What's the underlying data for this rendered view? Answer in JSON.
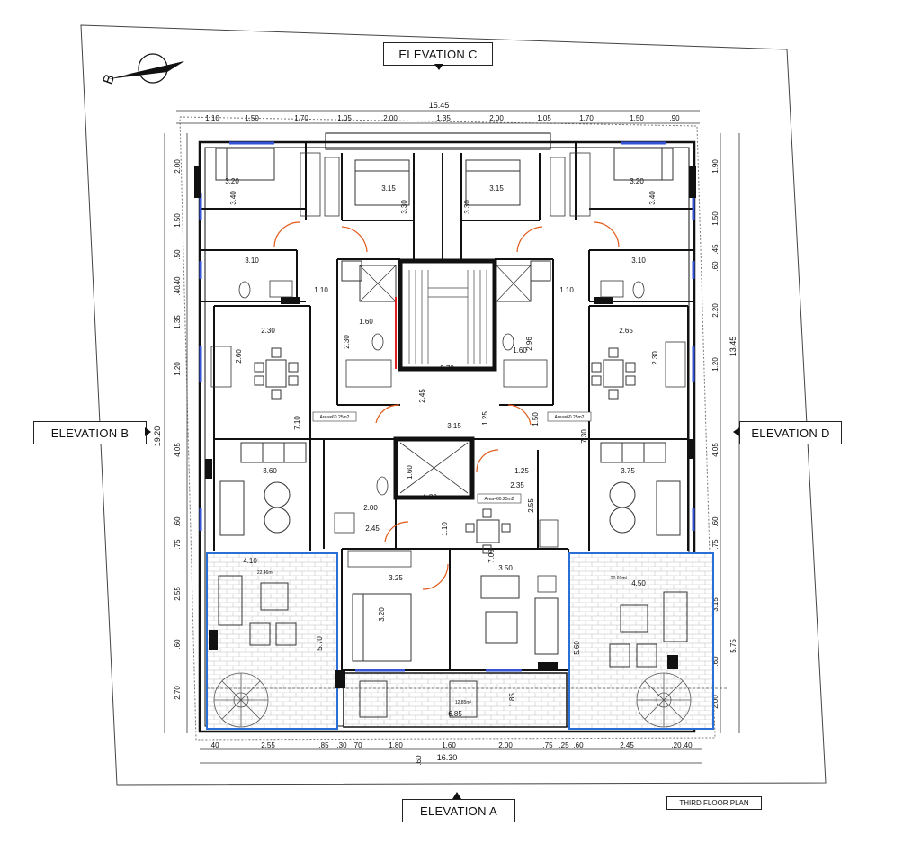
{
  "labels": {
    "elevation_a": "ELEVATION A",
    "elevation_b": "ELEVATION B",
    "elevation_c": "ELEVATION C",
    "elevation_d": "ELEVATION D",
    "plan_title": "THIRD FLOOR PLAN",
    "north_letter": "B"
  },
  "dims_top_total": "15.45",
  "dims_top": [
    "1.10",
    "1.50",
    "1.70",
    "1.05",
    "2.00",
    "1.35",
    "2.00",
    "1.05",
    "1.70",
    "1.50",
    ".90"
  ],
  "dims_bottom": [
    ".40",
    "2.55",
    ".85",
    ".30",
    ".70",
    "1.80",
    "1.60",
    "2.00",
    ".75",
    ".25",
    ".60",
    "2.45",
    ".20",
    ".40"
  ],
  "dims_bottom_total": "16.30",
  "dims_bottom_extra": ".60",
  "dims_left_outer": "19.20",
  "dims_left": [
    "2.00",
    "1.50",
    ".50",
    ".40",
    ".40",
    "1.35",
    "1.20",
    "4.05",
    ".60",
    ".75",
    "2.55",
    ".60",
    "2.70"
  ],
  "dims_right_outer": "13.45",
  "dims_right": [
    "1.90",
    "1.50",
    ".45",
    ".60",
    "2.20",
    "1.20",
    "4.05",
    ".60",
    ".75",
    "3.15",
    ".60",
    "5.75",
    "2.00"
  ],
  "rooms": {
    "bed_tl": "3.20",
    "bed_tl_v": "3.40",
    "bed_tc1": "3.15",
    "bed_tc1_v": "3.30",
    "bed_tc2": "3.15",
    "bed_tc2_v": "3.30",
    "bed_tr": "3.20",
    "bed_tr_v": "3.40",
    "bath_tl": "3.10",
    "bath_tr": "3.10",
    "wc_l": "1.10",
    "wc_r": "1.10",
    "kitchen_l": "2.30",
    "kitchen_l_v": "2.60",
    "kitchen_r": "2.65",
    "kitchen_r_v": "2.30",
    "living_l": "3.60",
    "living_l_v": "7.10",
    "living_r": "3.75",
    "living_r_v": "7.30",
    "stair_w": "2.70",
    "stair_v": "2.45",
    "lobby": "3.15",
    "lobby_v1": "1.25",
    "lobby_v2": "1.50",
    "bath_cl": "1.60",
    "bath_cl_v": "2.30",
    "bath_cr": "1.60",
    "bath_cr_v": "2.96",
    "lift_h": "1.80",
    "lift_v": "1.60",
    "corr_a": "2.00",
    "corr_b": "2.45",
    "corr_c": "1.25",
    "corr_d": "2.35",
    "corr_d_v": "2.55",
    "bed_c": "3.25",
    "bed_c_v": "3.20",
    "living_c": "3.50",
    "living_c_v": "7.00",
    "veranda_l": "4.10",
    "veranda_l_v": "5.70",
    "veranda_r": "4.50",
    "veranda_r_v": "5.60",
    "balcony_c": "6.85",
    "balcony_c_v": "1.85",
    "shaft_v": "1.10",
    "area_l": "22.46m²",
    "area_r": "20.69m²",
    "area_c": "12.85m²"
  },
  "tags": {
    "area_tag_l": "Area=60.25m2",
    "area_tag_r": "Area=60.25m2",
    "area_tag_c": "Area=60.25m2"
  }
}
